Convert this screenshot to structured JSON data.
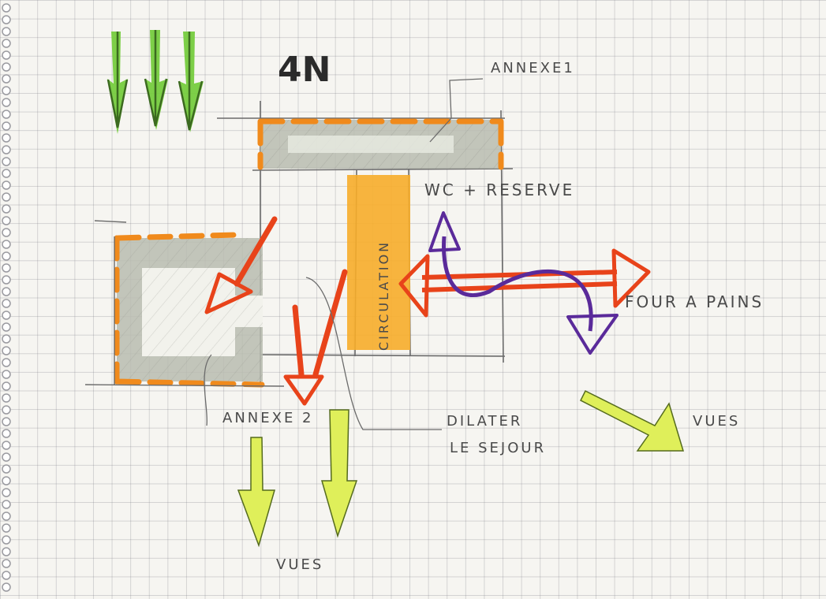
{
  "north_label": "4N",
  "labels": {
    "annexe1": "ANNEXE1",
    "wc_reserve": "WC + RESERVE",
    "four_a_pains": "FOUR A PAINS",
    "annexe2": "ANNEXE 2",
    "dilater_line1": "DILATER",
    "dilater_line2": "LE SEJOUR",
    "vues_right": "VUES",
    "vues_bottom": "VUES",
    "circulation": "CIRCULATION"
  },
  "colors": {
    "paper": "#f6f5f1",
    "grid": "#8a8a95",
    "pencil": "#6b6b6b",
    "grey_marker": "#b9bcb0",
    "orange_dash": "#f08a1c",
    "orange_fill": "#f7ad2a",
    "red_arrow": "#e8431a",
    "purple_arrow": "#5a2a9a",
    "green_arrow": "#6cc644",
    "yellow_arrow": "#dfef5a"
  }
}
